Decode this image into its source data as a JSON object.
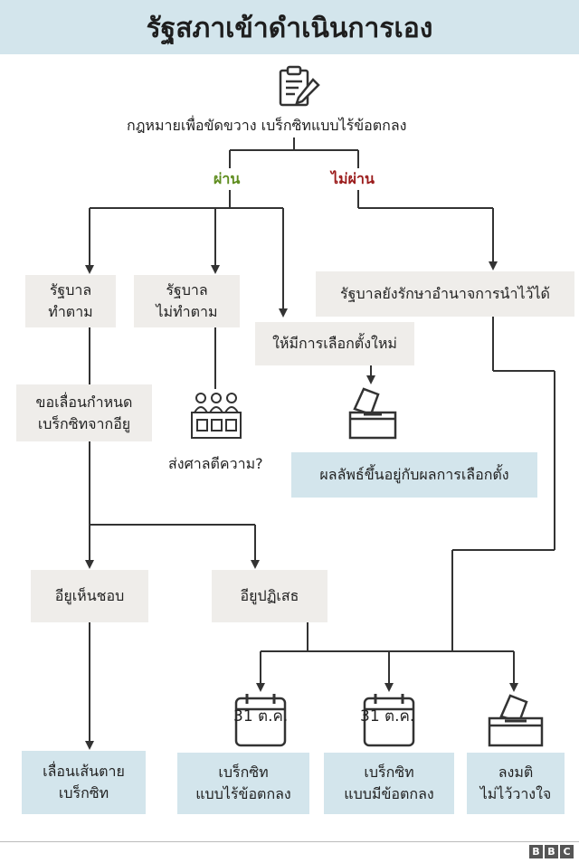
{
  "title": "รัฐสภาเข้าดำเนินการเอง",
  "top_label": "กฎหมายเพื่อขัดขวาง  เบร็กซิทแบบไร้ข้อตกลง",
  "branch_pass": "ผ่าน",
  "branch_fail": "ไม่ผ่าน",
  "nodes": {
    "gov_follow": [
      "รัฐบาล",
      "ทำตาม"
    ],
    "gov_not_follow": [
      "รัฐบาล",
      "ไม่ทำตาม"
    ],
    "new_election": "ให้มีการเลือกตั้งใหม่",
    "gov_keeps_power": "รัฐบาลยังรักษาอำนาจการนำไว้ได้",
    "request_delay": [
      "ขอเลื่อนกำหนด",
      "เบร็กซิทจากอียู"
    ],
    "court": "ส่งศาลตีความ?",
    "election_result": "ผลลัพธ์ขึ้นอยู่กับผลการเลือกตั้ง",
    "eu_agrees": "อียูเห็นชอบ",
    "eu_rejects": "อียูปฏิเสธ",
    "delay_deadline": [
      "เลื่อนเส้นตาย",
      "เบร็กซิท"
    ],
    "no_deal": [
      "เบร็กซิท",
      "แบบไร้ข้อตกลง"
    ],
    "with_deal": [
      "เบร็กซิท",
      "แบบมีข้อตกลง"
    ],
    "no_confidence": [
      "ลงมติ",
      "ไม่ไว้วางใจ"
    ]
  },
  "calendar_date": "31 ต.ค.",
  "logo": "BBC",
  "colors": {
    "pass": "#5f8d1f",
    "fail": "#9b1c1c",
    "box_grey": "#efedea",
    "box_teal": "#d3e5ec",
    "line": "#333333"
  },
  "icons": [
    "clipboard-pencil-icon",
    "ballot-box-icon",
    "judges-panel-icon",
    "calendar-icon"
  ]
}
